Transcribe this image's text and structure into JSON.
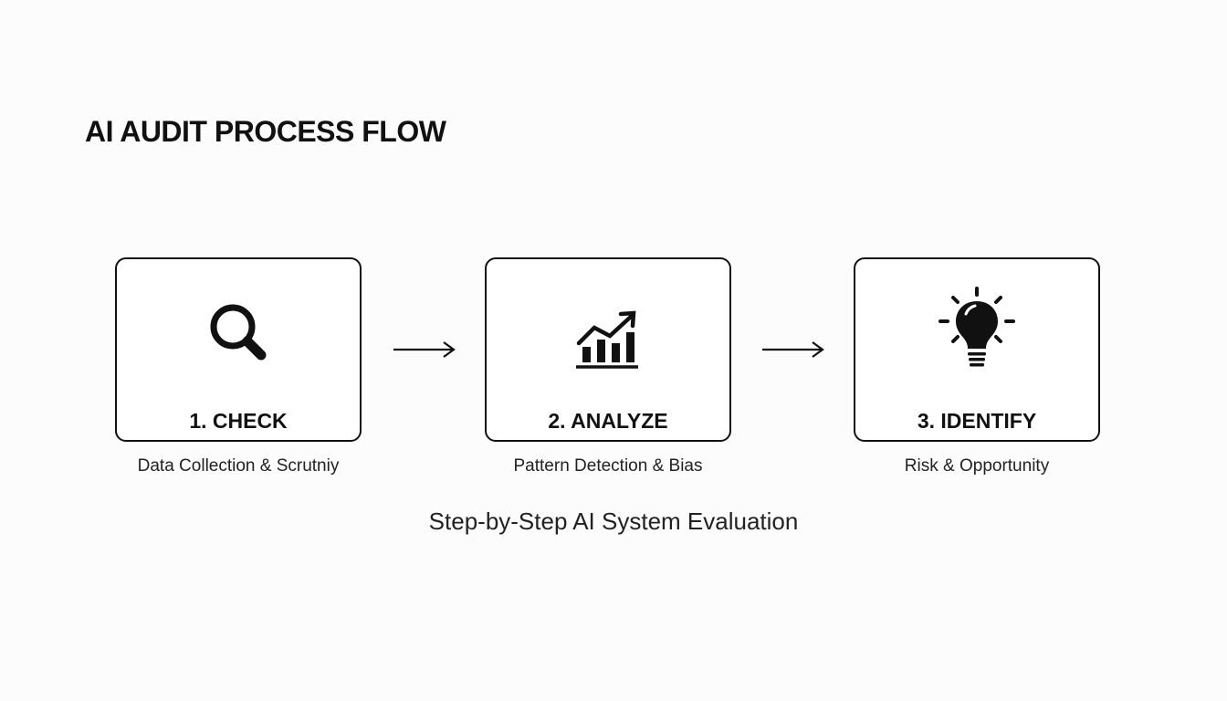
{
  "title": "AI AUDIT PROCESS FLOW",
  "steps": [
    {
      "label": "1. CHECK",
      "caption": "Data Collection & Scrutniy",
      "icon": "magnifying-glass-icon"
    },
    {
      "label": "2. ANALYZE",
      "caption": "Pattern Detection & Bias",
      "icon": "bar-chart-trend-icon"
    },
    {
      "label": "3. IDENTIFY",
      "caption": "Risk & Opportunity",
      "icon": "lightbulb-icon"
    }
  ],
  "subtitle": "Step-by-Step AI System Evaluation",
  "colors": {
    "background": "#fcfcfc",
    "stroke": "#111111",
    "box_fill": "#ffffff"
  }
}
